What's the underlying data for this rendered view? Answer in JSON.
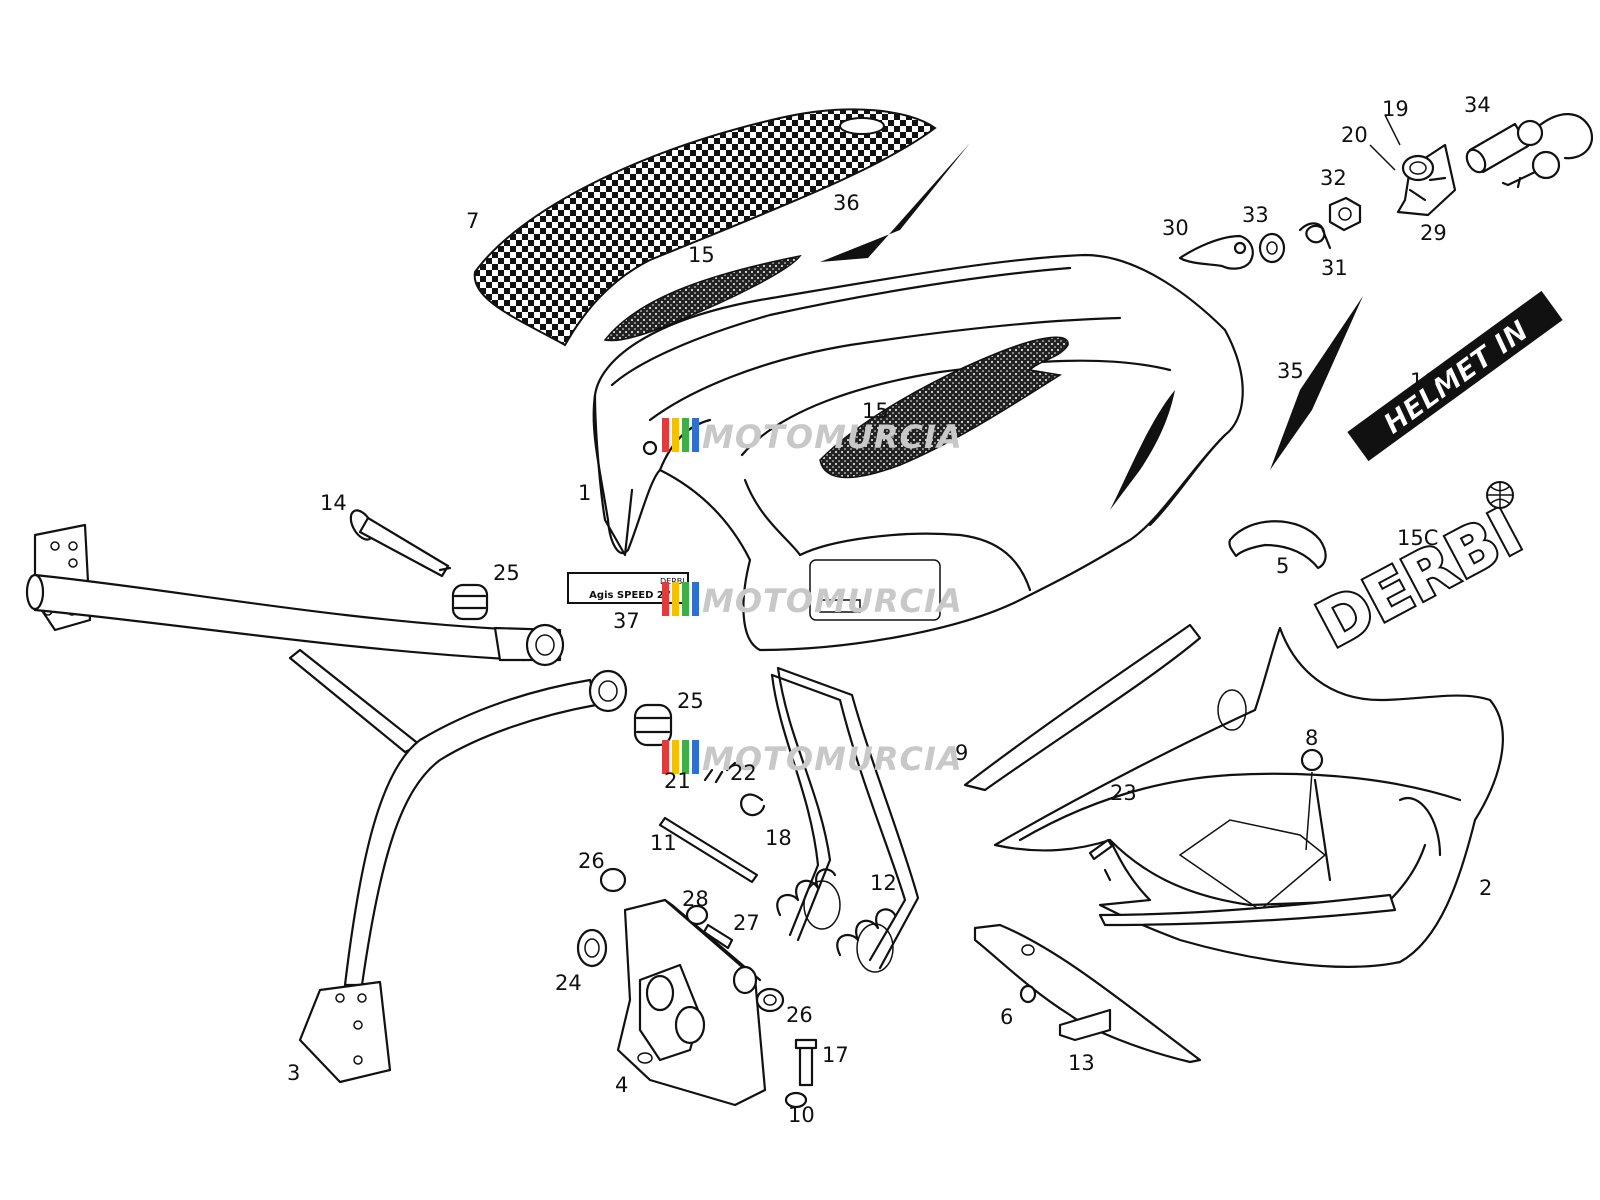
{
  "watermark": {
    "text": "MOTOMURCIA",
    "colors": [
      "#e23b3b",
      "#f2c200",
      "#3fae49",
      "#2f6fd0"
    ]
  },
  "decals": {
    "helmet_in": "HELMET IN",
    "derbi": "DERBI",
    "label_37_brand": "DERBI",
    "label_37_model": "Agis SPEED 27"
  },
  "callouts": {
    "c1": "1",
    "c2": "2",
    "c3": "3",
    "c4": "4",
    "c5": "5",
    "c6": "6",
    "c7": "7",
    "c8": "8",
    "c9": "9",
    "c10": "10",
    "c11": "11",
    "c12": "12",
    "c13": "13",
    "c14": "14",
    "c15a": "15",
    "c15b": "15",
    "c15c": "15C",
    "c16": "16",
    "c17": "17",
    "c18": "18",
    "c19": "19",
    "c20": "20",
    "c21": "21",
    "c22": "22",
    "c23": "23",
    "c24": "24",
    "c25a": "25",
    "c25b": "25",
    "c26a": "26",
    "c26b": "26",
    "c27": "27",
    "c28": "28",
    "c29": "29",
    "c30": "30",
    "c31": "31",
    "c32": "32",
    "c33": "33",
    "c34": "34",
    "c35": "35",
    "c36": "36",
    "c37": "37"
  }
}
